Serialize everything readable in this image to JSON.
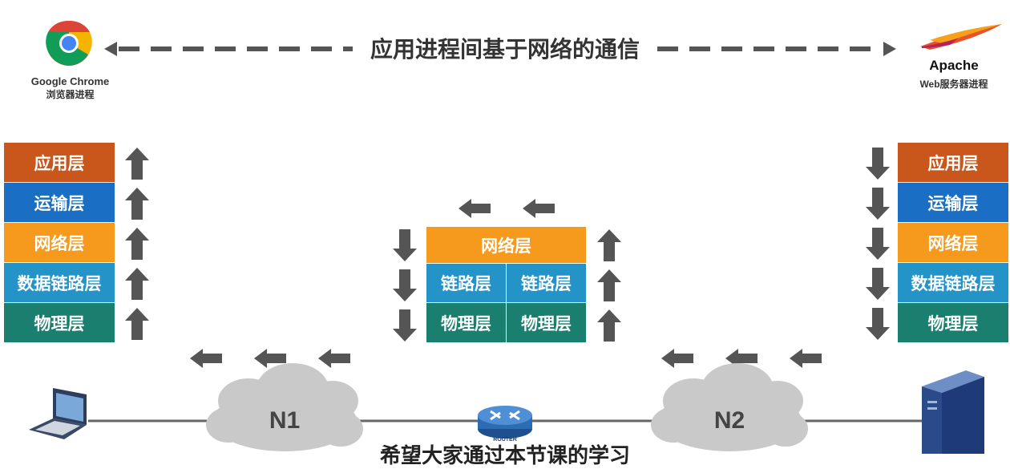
{
  "title": "应用进程间基于网络的通信",
  "client": {
    "name": "Google Chrome",
    "desc": "浏览器进程"
  },
  "server": {
    "name": "Apache",
    "desc": "Web服务器进程"
  },
  "client_stack": [
    "应用层",
    "运输层",
    "网络层",
    "数据链路层",
    "物理层"
  ],
  "server_stack": [
    "应用层",
    "运输层",
    "网络层",
    "数据链路层",
    "物理层"
  ],
  "router_stack": {
    "network": "网络层",
    "link_left": "链路层",
    "link_right": "链路层",
    "phys_left": "物理层",
    "phys_right": "物理层"
  },
  "networks": {
    "n1": "N1",
    "n2": "N2"
  },
  "router_label": "ROUTER",
  "subtitle": "希望大家通过本节课的学习",
  "colors": {
    "application": "#c9561a",
    "transport": "#1a6fc4",
    "network": "#f59a1d",
    "datalink": "#2393c8",
    "physical": "#1a7f6f",
    "arrow": "#555555"
  }
}
